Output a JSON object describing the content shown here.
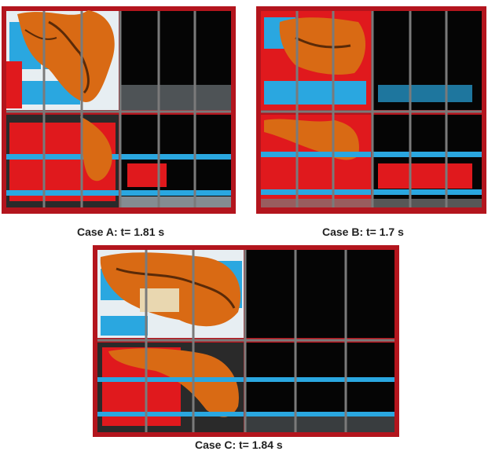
{
  "cases": [
    {
      "id": "A",
      "label": "Case A: t= 1.81 s"
    },
    {
      "id": "B",
      "label": "Case B: t= 1.7 s"
    },
    {
      "id": "C",
      "label": "Case C: t= 1.84 s"
    }
  ],
  "colors": {
    "frame_red": "#b3151d",
    "wall_red": "#e0191d",
    "shelf_blue": "#2aa7e0",
    "smoke_black": "#050505",
    "divider_gray": "#7a7a7a",
    "fire_orange": "#d96a14",
    "fire_dark": "#5a2a08",
    "floor_light": "#d8e6ee"
  }
}
